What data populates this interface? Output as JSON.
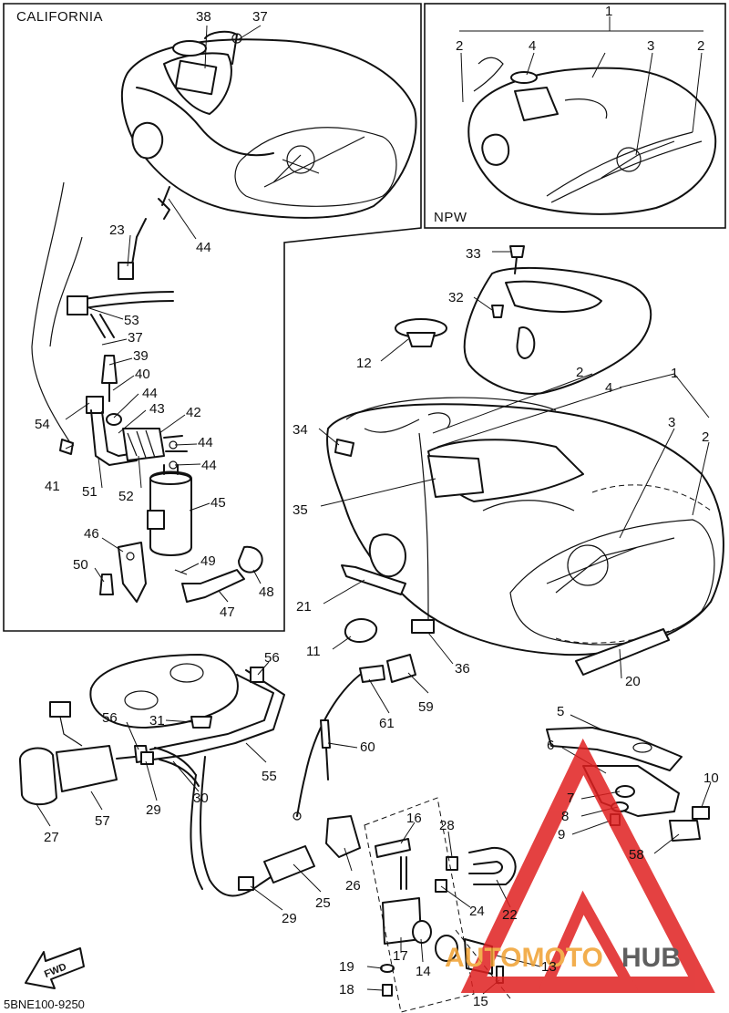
{
  "inset_california": {
    "label": "CALIFORNIA"
  },
  "inset_npw": {
    "label": "NPW"
  },
  "diagram_code": "5BNE100-9250",
  "fwd_label": "FWD",
  "watermark": {
    "text_left": "AUTOMOTO",
    "text_right": "HUB",
    "color": "#e02020",
    "accent": "#f0a030"
  },
  "callouts": [
    {
      "id": "n38",
      "text": "38"
    },
    {
      "id": "n37a",
      "text": "37"
    },
    {
      "id": "n1a",
      "text": "1"
    },
    {
      "id": "n2a",
      "text": "2"
    },
    {
      "id": "n4a",
      "text": "4"
    },
    {
      "id": "n3a",
      "text": "3"
    },
    {
      "id": "n2b",
      "text": "2"
    },
    {
      "id": "n23",
      "text": "23"
    },
    {
      "id": "n44a",
      "text": "44"
    },
    {
      "id": "n53",
      "text": "53"
    },
    {
      "id": "n37b",
      "text": "37"
    },
    {
      "id": "n39",
      "text": "39"
    },
    {
      "id": "n40",
      "text": "40"
    },
    {
      "id": "n44b",
      "text": "44"
    },
    {
      "id": "n43",
      "text": "43"
    },
    {
      "id": "n42",
      "text": "42"
    },
    {
      "id": "n54",
      "text": "54"
    },
    {
      "id": "n44c",
      "text": "44"
    },
    {
      "id": "n44d",
      "text": "44"
    },
    {
      "id": "n41",
      "text": "41"
    },
    {
      "id": "n51",
      "text": "51"
    },
    {
      "id": "n52",
      "text": "52"
    },
    {
      "id": "n45",
      "text": "45"
    },
    {
      "id": "n46",
      "text": "46"
    },
    {
      "id": "n50",
      "text": "50"
    },
    {
      "id": "n49",
      "text": "49"
    },
    {
      "id": "n48",
      "text": "48"
    },
    {
      "id": "n47",
      "text": "47"
    },
    {
      "id": "n33",
      "text": "33"
    },
    {
      "id": "n32",
      "text": "32"
    },
    {
      "id": "n12",
      "text": "12"
    },
    {
      "id": "n2c",
      "text": "2"
    },
    {
      "id": "n1b",
      "text": "1"
    },
    {
      "id": "n4b",
      "text": "4"
    },
    {
      "id": "n3b",
      "text": "3"
    },
    {
      "id": "n2d",
      "text": "2"
    },
    {
      "id": "n34",
      "text": "34"
    },
    {
      "id": "n35",
      "text": "35"
    },
    {
      "id": "n21",
      "text": "21"
    },
    {
      "id": "n11",
      "text": "11"
    },
    {
      "id": "n36",
      "text": "36"
    },
    {
      "id": "n20",
      "text": "20"
    },
    {
      "id": "n56a",
      "text": "56"
    },
    {
      "id": "n56b",
      "text": "56"
    },
    {
      "id": "n31",
      "text": "31"
    },
    {
      "id": "n55",
      "text": "55"
    },
    {
      "id": "n30",
      "text": "30"
    },
    {
      "id": "n29a",
      "text": "29"
    },
    {
      "id": "n57",
      "text": "57"
    },
    {
      "id": "n27",
      "text": "27"
    },
    {
      "id": "n61",
      "text": "61"
    },
    {
      "id": "n59",
      "text": "59"
    },
    {
      "id": "n60",
      "text": "60"
    },
    {
      "id": "n5",
      "text": "5"
    },
    {
      "id": "n6",
      "text": "6"
    },
    {
      "id": "n7",
      "text": "7"
    },
    {
      "id": "n8",
      "text": "8"
    },
    {
      "id": "n9",
      "text": "9"
    },
    {
      "id": "n10",
      "text": "10"
    },
    {
      "id": "n58",
      "text": "58"
    },
    {
      "id": "n16",
      "text": "16"
    },
    {
      "id": "n28",
      "text": "28"
    },
    {
      "id": "n26",
      "text": "26"
    },
    {
      "id": "n25",
      "text": "25"
    },
    {
      "id": "n29b",
      "text": "29"
    },
    {
      "id": "n24",
      "text": "24"
    },
    {
      "id": "n22",
      "text": "22"
    },
    {
      "id": "n17",
      "text": "17"
    },
    {
      "id": "n14",
      "text": "14"
    },
    {
      "id": "n19",
      "text": "19"
    },
    {
      "id": "n18",
      "text": "18"
    },
    {
      "id": "n13",
      "text": "13"
    },
    {
      "id": "n15",
      "text": "15"
    }
  ]
}
